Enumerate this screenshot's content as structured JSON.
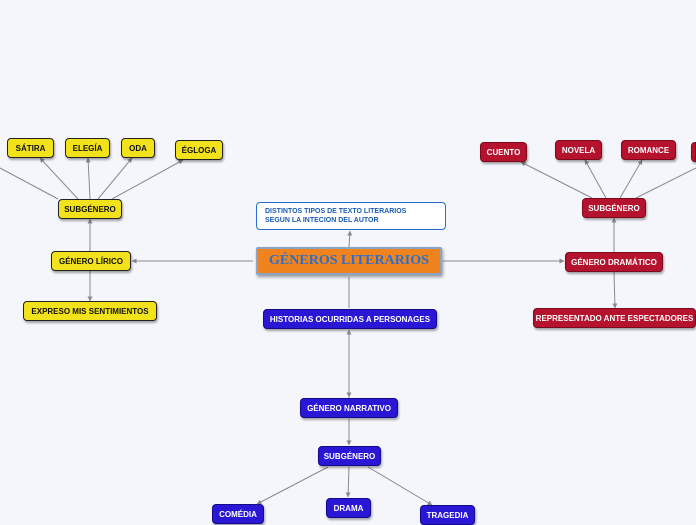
{
  "colors": {
    "background": "#f4f6fc",
    "yellow": "#f2e21c",
    "red": "#b5122e",
    "blue": "#2a17d6",
    "central": "#f0831d",
    "central_text": "#2c6fc9",
    "link": "#8a8a8a"
  },
  "central": {
    "title": "GÉNEROS LITERARIOS"
  },
  "description": {
    "line1": "DISTINTOS TIPOS DE TEXTO LITERARIOS",
    "line2": "SEGUN LA INTECION DEL AUTOR"
  },
  "lyric": {
    "genre": "GÉNERO LÍRICO",
    "definition": "EXPRESO MIS SENTIMIENTOS",
    "subgenre": "SUBGÉNERO",
    "items": [
      "SÁTIRA",
      "ELEGÍA",
      "ODA",
      "ÉGLOGA"
    ]
  },
  "dramatic": {
    "genre": "GÉNERO DRAMÁTICO",
    "definition": "REPRESENTADO ANTE ESPECTADORES",
    "subgenre": "SUBGÉNERO",
    "items": [
      "CUENTO",
      "NOVELA",
      "ROMANCE"
    ]
  },
  "narrative": {
    "definition": "HISTORIAS OCURRIDAS A PERSONAGES",
    "genre": "GÉNERO NARRATIVO",
    "subgenre": "SUBGÉNERO",
    "items": [
      "COMÉDIA",
      "DRAMA",
      "TRAGEDIA"
    ]
  }
}
